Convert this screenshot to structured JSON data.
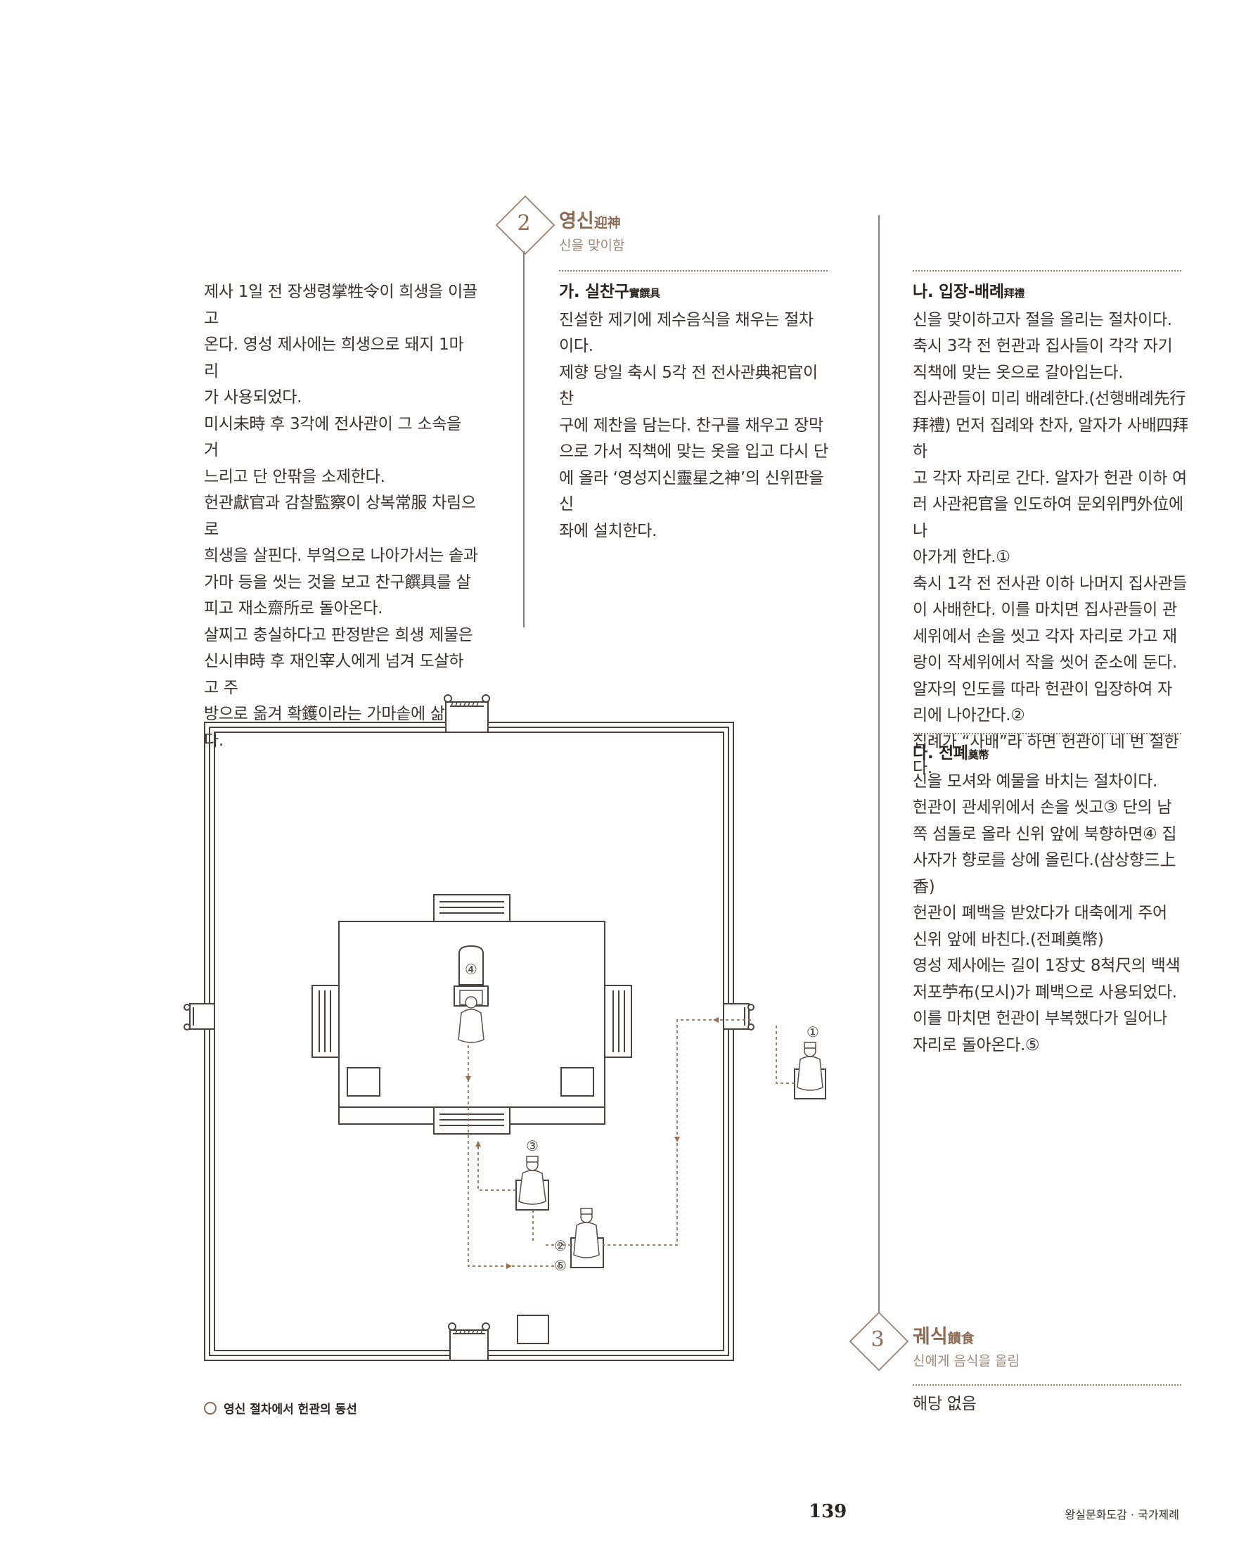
{
  "section2": {
    "number": "2",
    "title": "영신",
    "title_hanja": "迎神",
    "subtitle": "신을 맞이함"
  },
  "section3": {
    "number": "3",
    "title": "궤식",
    "title_hanja": "饋食",
    "subtitle": "신에게 음식을 올림",
    "body": "해당 없음"
  },
  "left_column": {
    "lines": [
      "제사 1일 전 장생령掌牲令이 희생을 이끌고",
      "온다. 영성 제사에는 희생으로 돼지 1마리",
      "가 사용되었다.",
      "미시未時 후 3각에 전사관이 그 소속을 거",
      "느리고 단 안팎을 소제한다.",
      "헌관獻官과 감찰監察이 상복常服 차림으로",
      "희생을 살핀다. 부엌으로 나아가서는 솥과",
      "가마 등을 씻는 것을 보고 찬구饌具를 살",
      "피고 재소齋所로 돌아온다.",
      "살찌고 충실하다고 판정받은 희생 제물은",
      "신시申時 후 재인宰人에게 넘겨 도살하고 주",
      "방으로 옮겨 확鑊이라는 가마솥에 삶았다."
    ]
  },
  "middle_column": {
    "heading": "가. 실찬구",
    "heading_hanja": "實饌具",
    "lines": [
      "진설한 제기에 제수음식을 채우는 절차",
      "이다.",
      "제향 당일 축시 5각 전 전사관典祀官이 찬",
      "구에 제찬을 담는다. 찬구를 채우고 장막",
      "으로 가서 직책에 맞는 옷을 입고 다시 단",
      "에 올라 ‘영성지신靈星之神’의 신위판을 신",
      "좌에 설치한다."
    ]
  },
  "right_column": {
    "heading_na": "나. 입장-배례",
    "heading_na_hanja": "拜禮",
    "lines_na": [
      "신을 맞이하고자 절을 올리는 절차이다.",
      "축시 3각 전 헌관과 집사들이 각각 자기",
      "직책에 맞는 옷으로 갈아입는다.",
      "집사관들이 미리 배례한다.(선행배례先行",
      "拜禮) 먼저 집례와 찬자, 알자가 사배四拜하",
      "고 각자 자리로 간다. 알자가 헌관 이하 여",
      "러 사관祀官을 인도하여 문외위門外位에 나",
      "아가게 한다.①",
      "축시 1각 전 전사관 이하 나머지 집사관들",
      "이 사배한다. 이를 마치면 집사관들이 관",
      "세위에서 손을 씻고 각자 자리로 가고 재",
      "랑이 작세위에서 작을 씻어 준소에 둔다.",
      "알자의 인도를 따라 헌관이 입장하여 자",
      "리에 나아간다.②",
      "집례가 “사배”라 하면 헌관이 네 번 절한다."
    ],
    "heading_da": "다. 전폐",
    "heading_da_hanja": "奠幣",
    "lines_da": [
      "신을 모셔와 예물을 바치는 절차이다.",
      "헌관이 관세위에서 손을 씻고③ 단의 남",
      "쪽 섬돌로 올라 신위 앞에 북향하면④ 집",
      "사자가 향로를 상에 올린다.(삼상향三上香)",
      "헌관이 폐백을 받았다가 대축에게 주어",
      "신위 앞에 바친다.(전폐奠幣)",
      "영성 제사에는 길이 1장丈 8척尺의 백색",
      "저포苧布(모시)가 폐백으로 사용되었다.",
      "이를 마치면 헌관이 부복했다가 일어나",
      "자리로 돌아온다.⑤"
    ]
  },
  "diagram": {
    "caption": "영신 절차에서 헌관의 동선",
    "markers": [
      "①",
      "②",
      "③",
      "④",
      "⑤"
    ]
  },
  "footer": {
    "page_number": "139",
    "book_title": "왕실문화도감 · 국가제례"
  }
}
